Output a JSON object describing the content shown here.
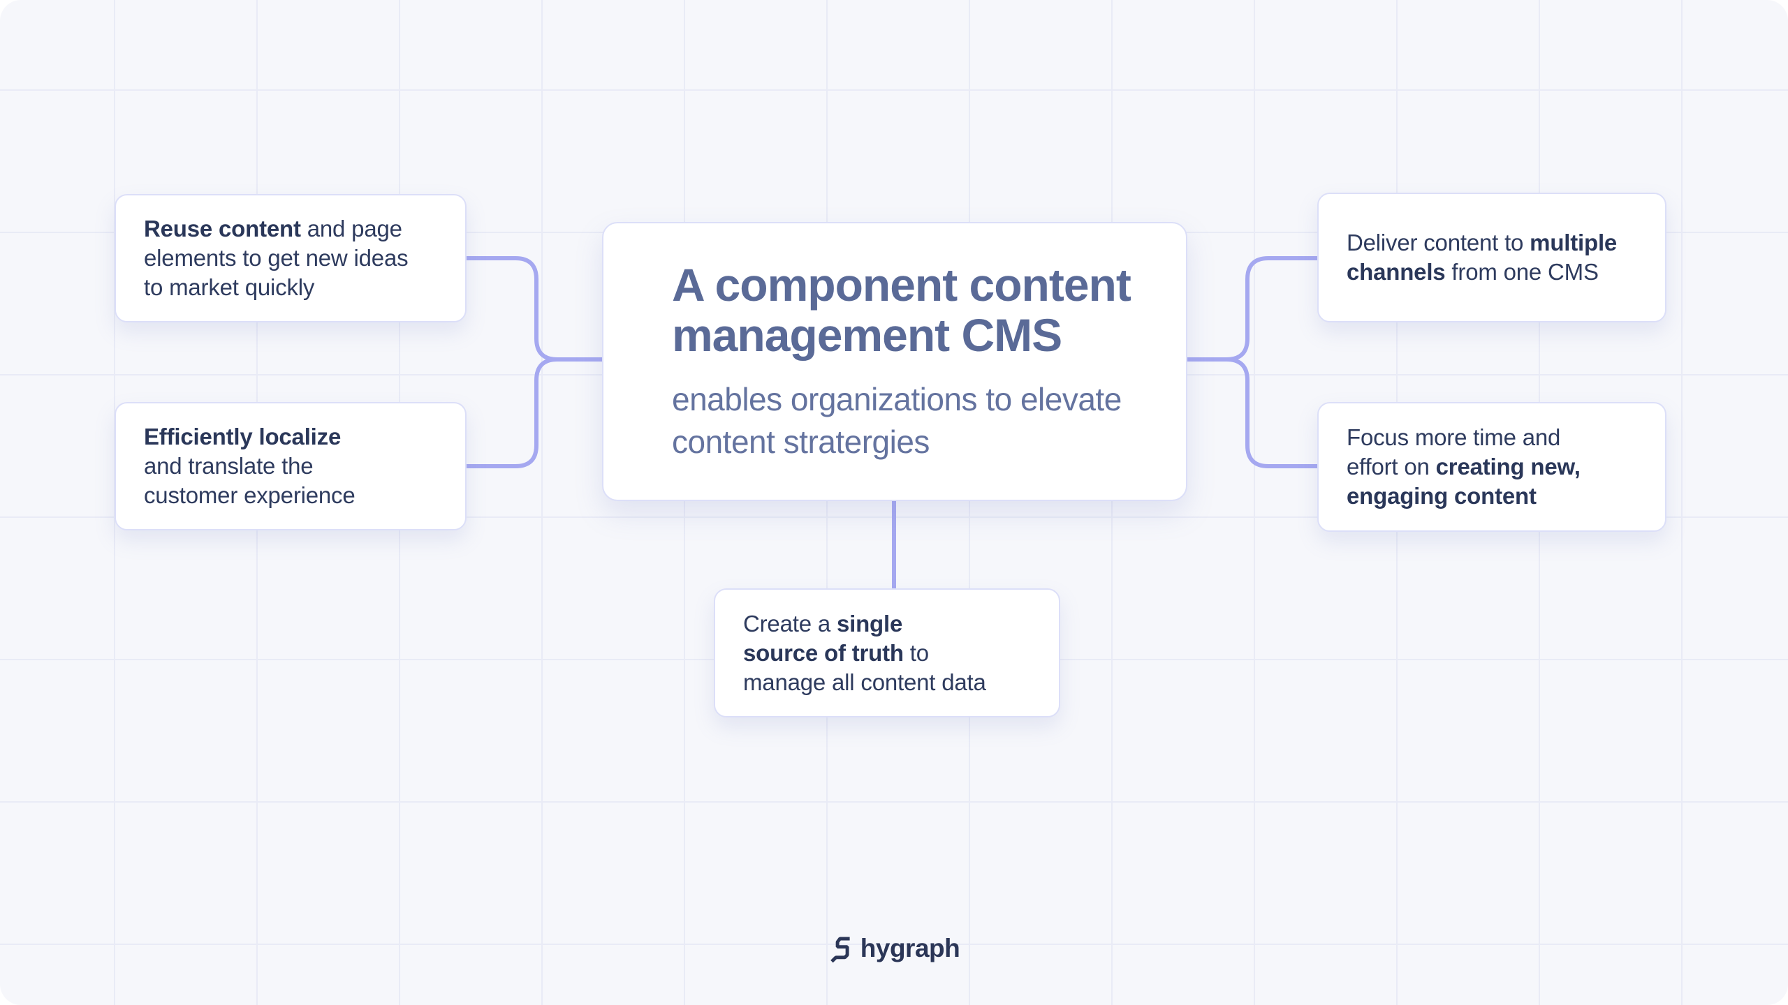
{
  "theme": {
    "canvas_background": "#f6f7fb",
    "grid_line_color": "#e9ebf6",
    "connector_color": "#a5a8f0",
    "card_background": "#ffffff",
    "card_border_color": "#dcdff8",
    "card_text_color": "#2e3b5e",
    "center_title_color": "#5a6a97",
    "center_subtitle_color": "#64739f",
    "logo_color": "#2b3657"
  },
  "center": {
    "title": "A component content\nmanagement CMS",
    "subtitle": "enables organizations to elevate\ncontent stratergies"
  },
  "cards": {
    "reuse": {
      "segments": [
        {
          "bold": true,
          "text": "Reuse content"
        },
        {
          "bold": false,
          "text": " and page\nelements to get new ideas\nto market quickly"
        }
      ]
    },
    "localize": {
      "segments": [
        {
          "bold": true,
          "text": "Efficiently localize"
        },
        {
          "bold": false,
          "text": "\nand translate the\ncustomer experience"
        }
      ]
    },
    "deliver": {
      "segments": [
        {
          "bold": false,
          "text": "Deliver content to "
        },
        {
          "bold": true,
          "text": "multiple\nchannels"
        },
        {
          "bold": false,
          "text": " from one CMS"
        }
      ]
    },
    "focus": {
      "segments": [
        {
          "bold": false,
          "text": "Focus more time and\neffort on "
        },
        {
          "bold": true,
          "text": "creating new,\nengaging content"
        }
      ]
    },
    "single_source": {
      "segments": [
        {
          "bold": false,
          "text": "Create a "
        },
        {
          "bold": true,
          "text": "single\nsource of truth"
        },
        {
          "bold": false,
          "text": " to\nmanage all content data"
        }
      ]
    }
  },
  "footer": {
    "logo_text": "hygraph"
  }
}
